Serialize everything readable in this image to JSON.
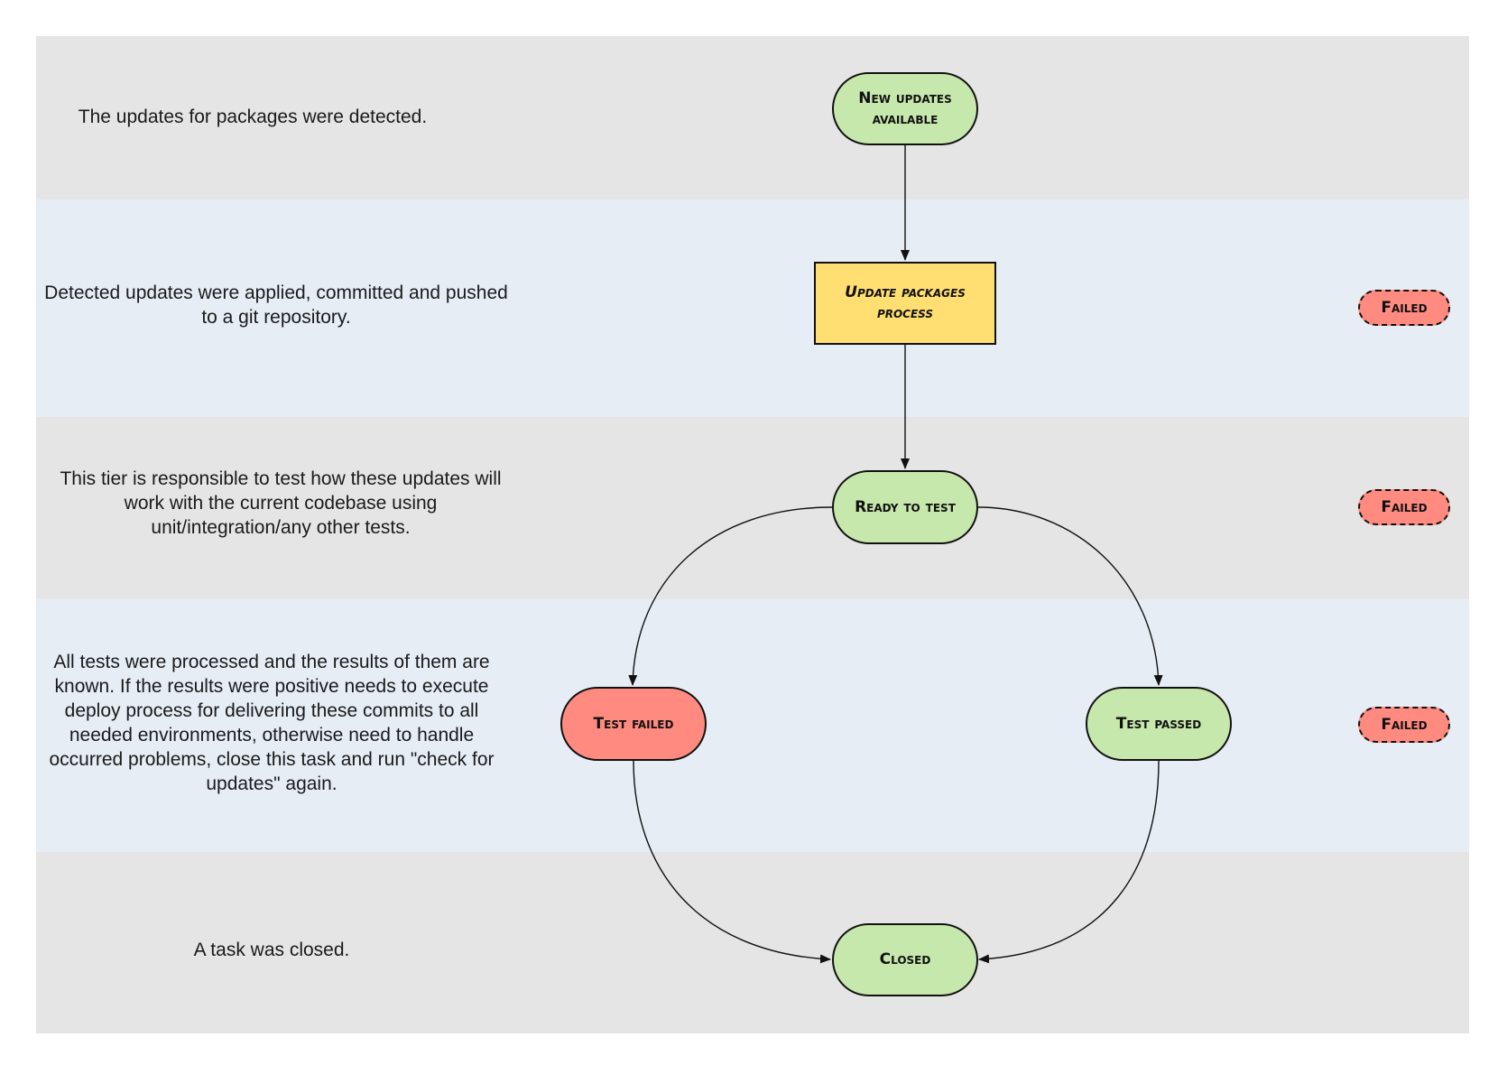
{
  "colors": {
    "band_gray": "#e5e5e5",
    "band_blue": "#e6edf5",
    "node_green": "#c7e8ac",
    "node_yellow": "#ffdf71",
    "node_red": "#ff8a80",
    "stroke": "#111111"
  },
  "tiers": [
    {
      "description": "The updates for packages were detected."
    },
    {
      "description": "Detected updates were applied, committed and pushed to a git repository."
    },
    {
      "description": "This tier is responsible to test how these updates will work with the current codebase using unit/integration/any other tests."
    },
    {
      "description": "All tests were processed and the results of them are known. If the results were positive needs to execute deploy process for delivering these commits to all needed environments, otherwise need to handle occurred problems, close this task and run \"check for updates\" again."
    },
    {
      "description": "A task was closed."
    }
  ],
  "nodes": {
    "new_updates": "New updates available",
    "update_process": "Update packages process",
    "ready_to_test": "Ready to test",
    "test_failed": "Test failed",
    "test_passed": "Test passed",
    "closed": "Closed"
  },
  "failed_badges": [
    "Failed",
    "Failed",
    "Failed"
  ]
}
